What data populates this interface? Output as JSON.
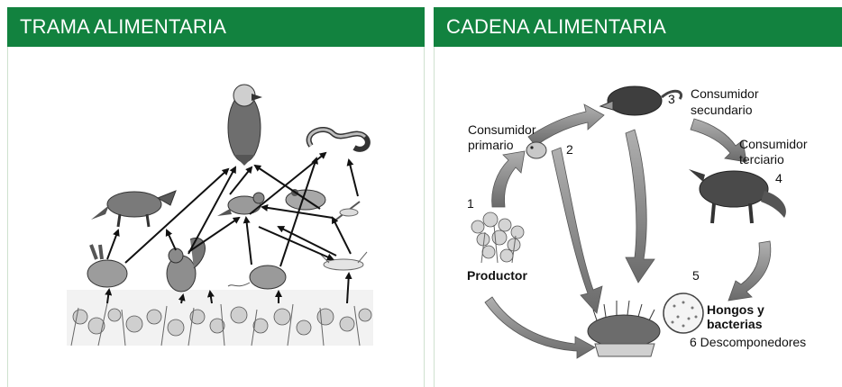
{
  "left_panel": {
    "title": "TRAMA ALIMENTARIA",
    "organisms": [
      "eagle-icon",
      "snake-icon",
      "fox-icon",
      "bird-icon",
      "frog-icon",
      "insect-icon",
      "rabbit-icon",
      "squirrel-icon",
      "mouse-icon",
      "grasshopper-icon",
      "plants-icon"
    ]
  },
  "right_panel": {
    "title": "CADENA ALIMENTARIA",
    "labels": {
      "consumidor_primario_1": "Consumidor",
      "consumidor_primario_2": "primario",
      "consumidor_secundario_1": "Consumidor",
      "consumidor_secundario_2": "secundario",
      "consumidor_terciario_1": "Consumidor",
      "consumidor_terciario_2": "terciario",
      "productor": "Productor",
      "hongos_1": "Hongos y",
      "hongos_2": "bacterias",
      "descomponedores": "6 Descomponedores"
    },
    "numbers": [
      "1",
      "2",
      "3",
      "4",
      "5"
    ]
  },
  "colors": {
    "header_green": "#12823f",
    "arrow_gray": "#8a8a8a",
    "divider": "#cfe1cf"
  }
}
